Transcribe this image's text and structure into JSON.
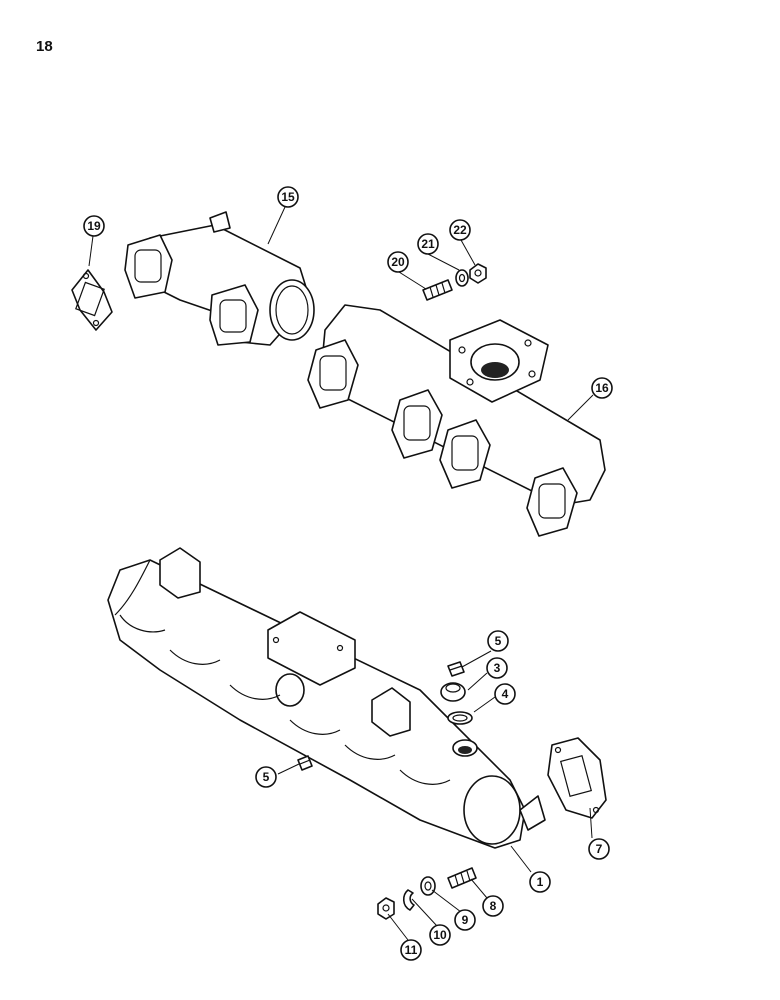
{
  "page": {
    "number": "18"
  },
  "callouts": {
    "c1": "1",
    "c3": "3",
    "c4": "4",
    "c5a": "5",
    "c5b": "5",
    "c7": "7",
    "c8": "8",
    "c9": "9",
    "c10": "10",
    "c11": "11",
    "c15": "15",
    "c16": "16",
    "c19": "19",
    "c20": "20",
    "c21": "21",
    "c22": "22"
  }
}
